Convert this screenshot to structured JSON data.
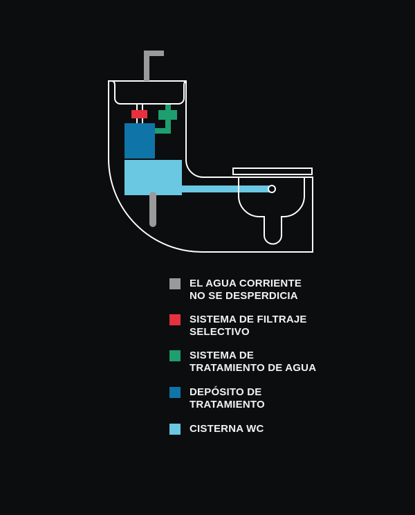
{
  "colors": {
    "background": "#0b0d0e",
    "outline": "#ffffff",
    "grey_pipe": "#9b9a9b",
    "filter": "#e8313f",
    "treatment": "#1f9e70",
    "deposit": "#0f74a8",
    "cistern": "#6ac8e2"
  },
  "legend": [
    {
      "lines": [
        "EL AGUA CORRIENTE",
        "NO SE DESPERDICIA"
      ],
      "color": "#9b9a9b"
    },
    {
      "lines": [
        "SISTEMA DE FILTRAJE",
        "SELECTIVO"
      ],
      "color": "#e8313f"
    },
    {
      "lines": [
        "SISTEMA DE",
        "TRATAMIENTO DE AGUA"
      ],
      "color": "#1f9e70"
    },
    {
      "lines": [
        "DEPÓSITO DE",
        "TRATAMIENTO"
      ],
      "color": "#0f74a8"
    },
    {
      "lines": [
        "CISTERNA WC"
      ],
      "color": "#6ac8e2"
    }
  ]
}
